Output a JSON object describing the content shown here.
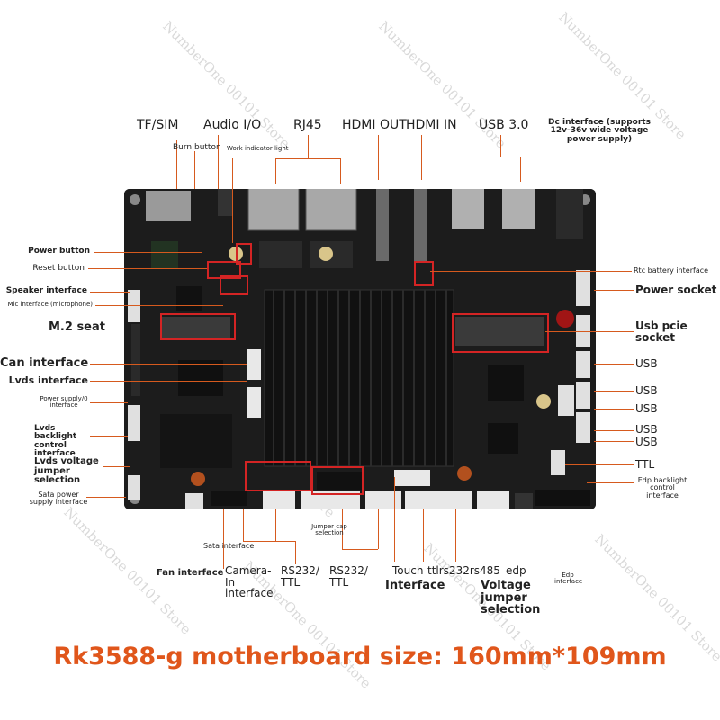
{
  "watermark": "NumberOne 00101 Store",
  "title": "Rk3588-g motherboard size: 160mm*109mm",
  "labels": {
    "tf_sim": "TF/SIM",
    "audio_io": "Audio I/O",
    "rj45": "RJ45",
    "hdmi_out": "HDMI OUT",
    "hdmi_in": "HDMI IN",
    "usb30": "USB 3.0",
    "dc_interface": "Dc interface (supports 12v-36v wide voltage power supply)",
    "burn_button": "Burn button",
    "work_indicator": "Work indicator light",
    "power_button": "Power button",
    "reset_button": "Reset button",
    "speaker": "Speaker interface",
    "mic": "Mic interface (microphone)",
    "m2_seat": "M.2 seat",
    "can": "Can interface",
    "lvds": "Lvds interface",
    "power_io": "Power supply/0 interface",
    "lvds_backlight": "Lvds backlight control interface",
    "lvds_voltage": "Lvds voltage jumper selection",
    "sata_power": "Sata power supply interface",
    "rtc": "Rtc battery interface",
    "power_socket": "Power socket",
    "usb_pcie": "Usb pcie socket",
    "usb1": "USB",
    "usb2": "USB",
    "usb3": "USB",
    "usb4": "USB",
    "usb5": "USB",
    "ttl": "TTL",
    "edp_backlight": "Edp backlight control interface",
    "sata": "Sata interface",
    "jumper_cap": "Jumper cap selection",
    "fan": "Fan interface",
    "camera": "Camera- In interface",
    "rs232_ttl_1": "RS232/ TTL",
    "rs232_ttl_2": "RS232/ TTL",
    "touch": "Touch",
    "interface": "Interface",
    "ttl_rs232_485": "ttlrs232rs485",
    "edp": "edp",
    "voltage_jumper": "Voltage jumper selection",
    "edp_interface": "Edp interface"
  },
  "colors": {
    "accent": "#e0561b",
    "leader": "#d65a1e",
    "highlight_box": "#d42424",
    "board": "#1c1c1c",
    "heatsink": "#111111"
  }
}
